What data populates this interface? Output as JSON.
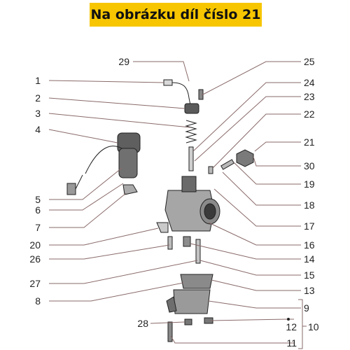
{
  "banner": {
    "text": "Na obrázku díl číslo 21",
    "color": "#f7c600"
  },
  "callouts": {
    "c1": "1",
    "c2": "2",
    "c3": "3",
    "c4": "4",
    "c5": "5",
    "c6": "6",
    "c7": "7",
    "c8": "8",
    "c9": "9",
    "c10": "10",
    "c11": "11",
    "c12": "12",
    "c13": "13",
    "c14": "14",
    "c15": "15",
    "c16": "16",
    "c17": "17",
    "c18": "18",
    "c19": "19",
    "c20": "20",
    "c21": "21",
    "c22": "22",
    "c23": "23",
    "c24": "24",
    "c25": "25",
    "c26": "26",
    "c27": "27",
    "c28": "28",
    "c29": "29",
    "c30": "30"
  }
}
